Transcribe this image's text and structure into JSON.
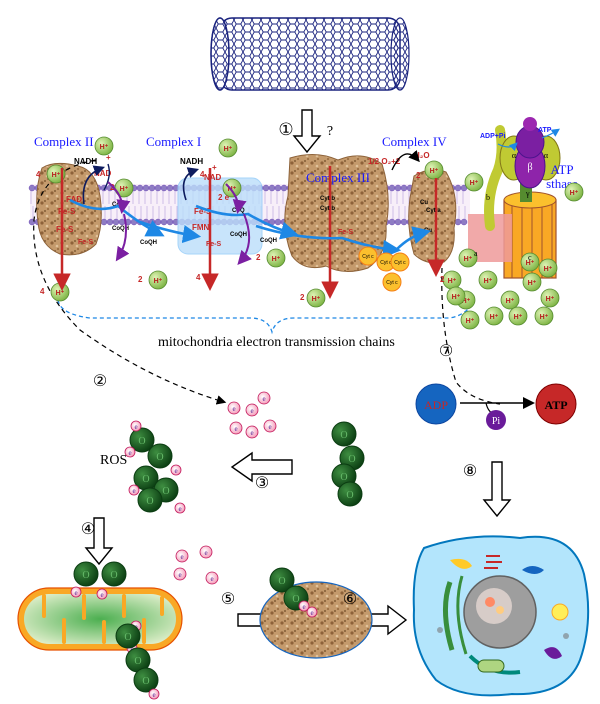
{
  "labels": {
    "complex_ii": "Complex II",
    "complex_i": "Complex I",
    "complex_iii": "Complex III",
    "complex_iv": "Complex IV",
    "atp_synthase": [
      "ATP",
      "sthase"
    ],
    "question": "?",
    "chain_caption": "mitochondria electron transmission chains",
    "ros": "ROS",
    "adp": "ADP",
    "pi": "Pi",
    "atp": "ATP",
    "adp_pi": "ADP+Pi",
    "atp_small": "ATP",
    "nadh": "NADH",
    "nad": "NAD",
    "nad_plus": "+",
    "fad": "FAD",
    "fmn": "FMN",
    "fes": "Fe-S",
    "coq": "CoQ",
    "coqh": "CoQH",
    "cytc": "Cyt c",
    "half_o2": "1/2 O₂+2",
    "h2o": "H₂O",
    "two_e": "2 e",
    "hplus": "H⁺",
    "two_hplus": "2 H⁺",
    "four_hplus": "4 H⁺",
    "o_letter": "O",
    "e_letter": "e",
    "alpha": "α",
    "beta": "β",
    "gamma": "γ",
    "b_sub": "b",
    "a_sub": "a",
    "c_sub": "c",
    "cyt_b": "Cyt b",
    "cu": "Cu",
    "cyt_a": "Cyt a"
  },
  "steps": [
    "①",
    "②",
    "③",
    "④",
    "⑤",
    "⑥",
    "⑦",
    "⑧"
  ],
  "colors": {
    "nanotube": "#1a237e",
    "membrane_head": "#8e7cc3",
    "complex_label": "#1a1aff",
    "proton_fill": "#8bc34a",
    "proton_text": "#b71c1c",
    "arrow_red": "#c62828",
    "electron_path": "#1e88e5",
    "protein_brown": "#b98a5a",
    "oxygen_fill": "#1b5e20",
    "electron_fill": "#f8bbd0",
    "adp_fill": "#1565c0",
    "pi_fill": "#6a1b9a",
    "atp_fill": "#c62828",
    "mito_fill": "#b8e186",
    "cell_fill": "#b3e5fc"
  }
}
